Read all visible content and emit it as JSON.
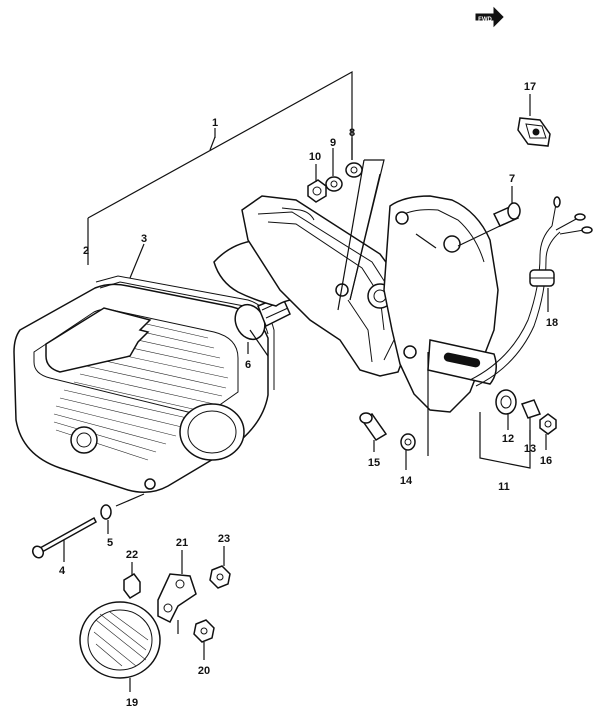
{
  "diagram": {
    "front_badge": "FWD",
    "callouts": {
      "c1": "1",
      "c2": "2",
      "c3": "3",
      "c4": "4",
      "c5": "5",
      "c6": "6",
      "c7": "7",
      "c8": "8",
      "c9": "9",
      "c10": "10",
      "c11": "11",
      "c12": "12",
      "c13": "13",
      "c14": "14",
      "c15": "15",
      "c16": "16",
      "c17": "17",
      "c18": "18",
      "c19": "19",
      "c20": "20",
      "c21": "21",
      "c22": "22",
      "c23": "23"
    }
  }
}
